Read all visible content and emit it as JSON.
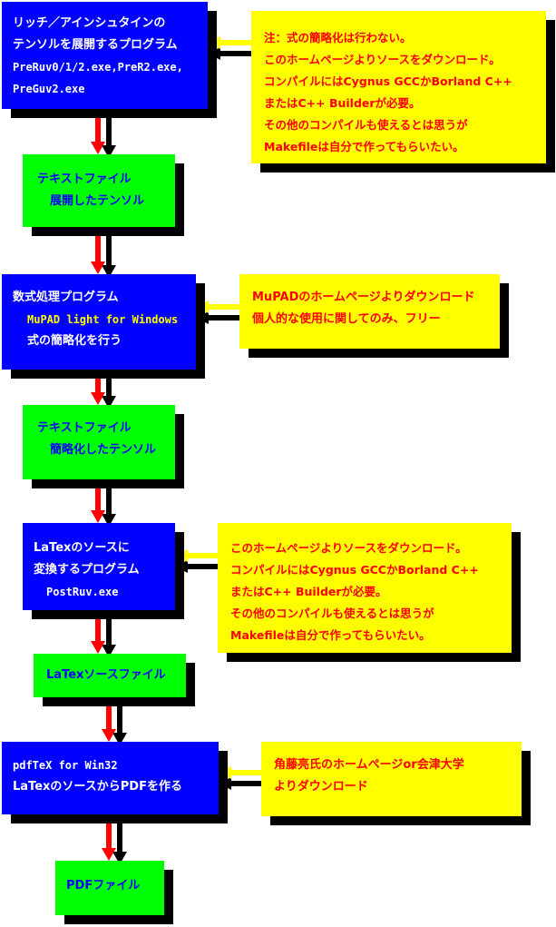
{
  "colors": {
    "process": "#0000ff",
    "file": "#00ff00",
    "note": "#ffff00",
    "shadow": "#000000",
    "flow_arrow": "#ff0000",
    "ref_arrow": "#ffff00"
  },
  "nodes": {
    "prog1": {
      "lines": [
        "リッチ／アインシュタインの",
        "テンソルを展開するプログラム",
        "PreRuv0/1/2.exe,PreR2.exe,",
        "PreGuv2.exe"
      ]
    },
    "file1": {
      "lines": [
        "テキストファイル",
        "展開したテンソル"
      ]
    },
    "prog2": {
      "lines": [
        "数式処理プログラム",
        "MuPAD light for Windows",
        "式の簡略化を行う"
      ]
    },
    "file2": {
      "lines": [
        "テキストファイル",
        "簡略化したテンソル"
      ]
    },
    "prog3": {
      "lines": [
        "LaTexのソースに",
        "変換するプログラム",
        "PostRuv.exe"
      ]
    },
    "file3": {
      "lines": [
        "LaTexソースファイル"
      ]
    },
    "prog4": {
      "lines": [
        "pdfTeX for Win32",
        "LaTexのソースからPDFを作る"
      ]
    },
    "file4": {
      "lines": [
        "PDFファイル"
      ]
    }
  },
  "notes": {
    "note1": {
      "lines": [
        "注：式の簡略化は行わない。",
        "このホームページよりソースをダウンロード。",
        "コンパイルにはCygnus GCCかBorland C++",
        "またはC++ Builderが必要。",
        "その他のコンパイルも使えるとは思うが",
        "Makefileは自分で作ってもらいたい。"
      ]
    },
    "note2": {
      "lines": [
        "MuPADのホームページよりダウンロード",
        "個人的な使用に関してのみ、フリー"
      ]
    },
    "note3": {
      "lines": [
        "このホームページよりソースをダウンロード。",
        "コンパイルにはCygnus GCCかBorland C++",
        "またはC++ Builderが必要。",
        "その他のコンパイルも使えるとは思うが",
        "Makefileは自分で作ってもらいたい。"
      ]
    },
    "note4": {
      "lines": [
        "角藤亮氏のホームページor会津大学",
        "よりダウンロード"
      ]
    }
  }
}
